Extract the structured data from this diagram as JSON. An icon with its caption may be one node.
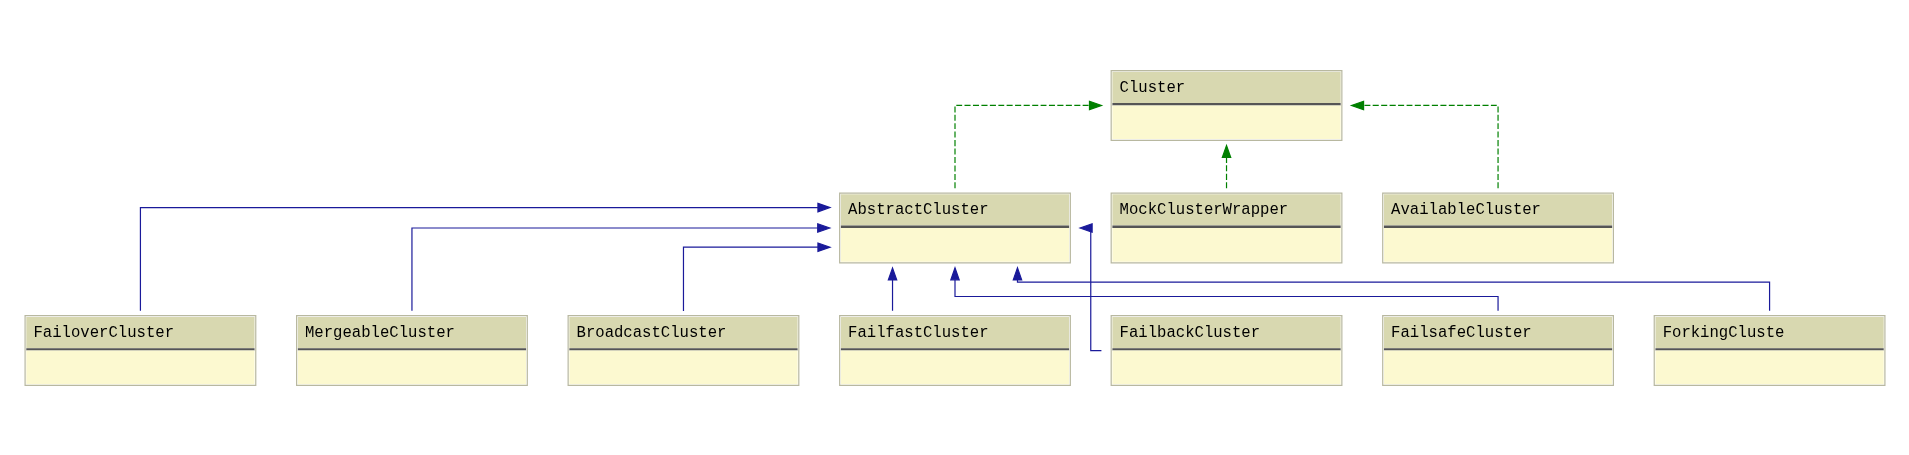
{
  "diagram": {
    "nodes": [
      {
        "text": [
          "Cluster"
        ]
      },
      {
        "text": [
          "AbstractCluster"
        ]
      },
      {
        "text": [
          "MockClusterWrapper"
        ]
      },
      {
        "text": [
          "AvailableCluster"
        ]
      },
      {
        "text": [
          "FailoverCluster"
        ]
      },
      {
        "text": [
          "MergeableCluster"
        ]
      },
      {
        "text": [
          "BroadcastCluster"
        ]
      },
      {
        "text": [
          "FailfastCluster"
        ]
      },
      {
        "text": [
          "FailbackCluster"
        ]
      },
      {
        "text": [
          "FailsafeCluster"
        ]
      },
      {
        "text": [
          "ForkingCluste"
        ]
      }
    ],
    "edges": [
      {
        "from": 1,
        "to": 0,
        "arrow": "to",
        "style": "dashed",
        "color": "#008000"
      },
      {
        "from": 2,
        "to": 0,
        "arrow": "to",
        "style": "dashed",
        "color": "#008000"
      },
      {
        "from": 3,
        "to": 0,
        "arrow": "to",
        "style": "dashed",
        "color": "#008000"
      },
      {
        "from": 4,
        "to": 1,
        "arrow": "to"
      },
      {
        "from": 5,
        "to": 1,
        "arrow": "to"
      },
      {
        "from": 6,
        "to": 1,
        "arrow": "to"
      },
      {
        "from": 7,
        "to": 1,
        "arrow": "to"
      },
      {
        "from": 8,
        "to": 1,
        "arrow": "to"
      },
      {
        "from": 9,
        "to": 1,
        "arrow": "to"
      },
      {
        "from": 10,
        "to": 1,
        "arrow": "to"
      }
    ]
  }
}
